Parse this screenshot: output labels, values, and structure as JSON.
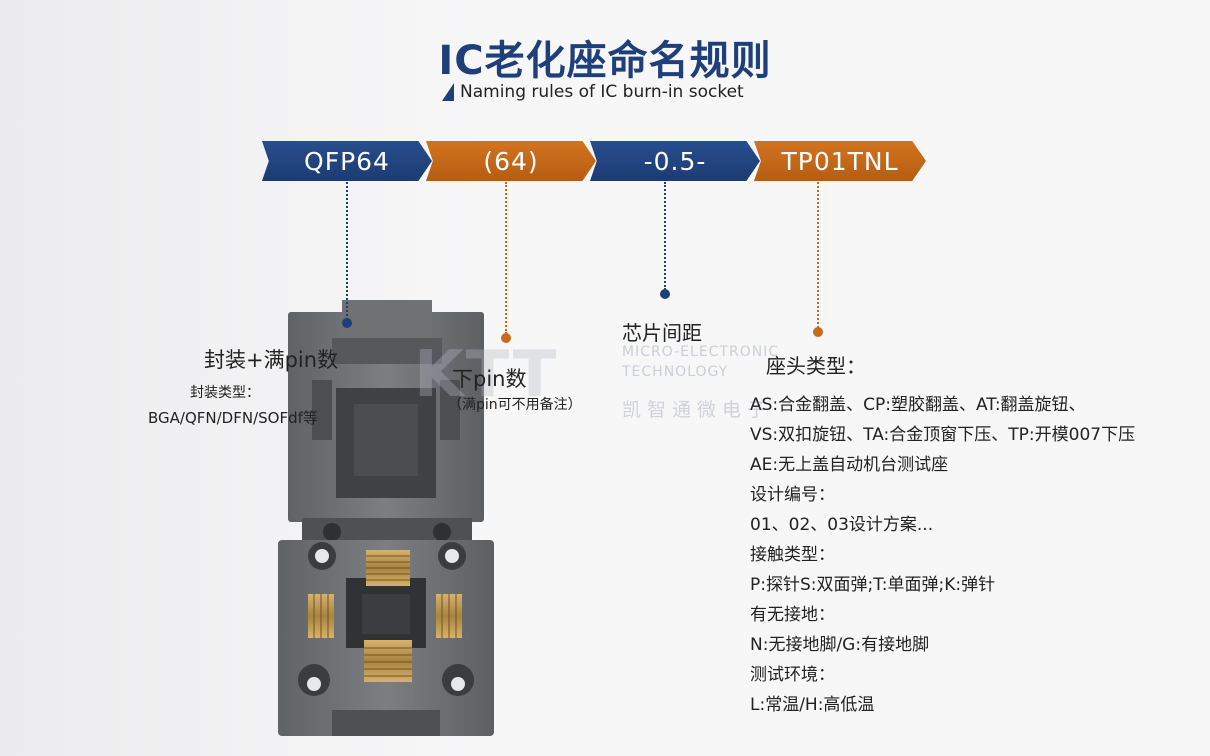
{
  "header": {
    "title": "IC老化座命名规则",
    "subtitle": "Naming rules of IC  burn-in socket"
  },
  "segments": [
    {
      "text": "QFP64",
      "color": "#1f3f7a"
    },
    {
      "text": "(64)",
      "color": "#c86a1a"
    },
    {
      "text": "-0.5-",
      "color": "#1f3f7a"
    },
    {
      "text": "TP01TNL",
      "color": "#c86a1a"
    }
  ],
  "annotations": {
    "package": {
      "heading": "封装+满pin数",
      "type_label": "封装类型：",
      "types": "BGA/QFN/DFN/SOFdf等"
    },
    "pin_count": {
      "heading": "下pin数",
      "note": "（满pin可不用备注）"
    },
    "pitch": {
      "heading": "芯片间距"
    },
    "socket_head": {
      "heading": "座头类型：",
      "lines": [
        "AS:合金翻盖、CP:塑胶翻盖、AT:翻盖旋钮、",
        "VS:双扣旋钮、TA:合金顶窗下压、TP:开模007下压",
        "AE:无上盖自动机台测试座",
        "设计编号：",
        "01、02、03设计方案...",
        "接触类型：",
        "P:探针S:双面弹;T:单面弹;K:弹针",
        "有无接地：",
        "N:无接地脚/G:有接地脚",
        "测试环境：",
        "L:常温/H:高低温"
      ]
    }
  },
  "watermark": {
    "brand": "KTT",
    "line1": "MICRO-ELECTRONIC",
    "line2": "TECHNOLOGY",
    "chinese": "凯智通微电子"
  }
}
